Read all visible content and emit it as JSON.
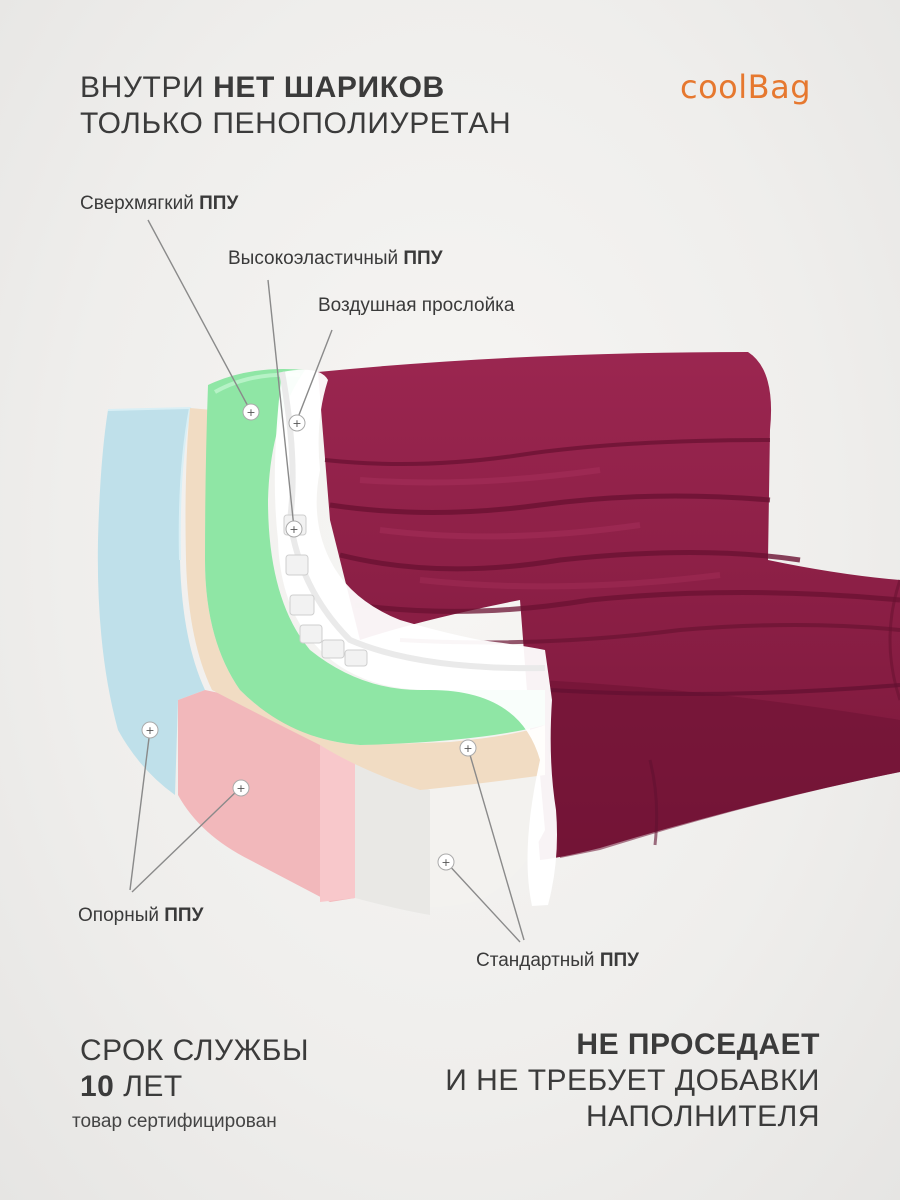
{
  "headline": {
    "line1_a": "ВНУТРИ",
    "line1_b": "НЕТ ШАРИКОВ",
    "line2": "ТОЛЬКО ПЕНОПОЛИУРЕТАН"
  },
  "logo": "coolBag",
  "labels": {
    "supersoft": {
      "text": "Сверхмягкий",
      "bold": "ППУ"
    },
    "high_elastic": {
      "text": "Высокоэластичный",
      "bold": "ППУ"
    },
    "air_layer": {
      "text": "Воздушная прослойка"
    },
    "support": {
      "text": "Опорный",
      "bold": "ППУ"
    },
    "standard": {
      "text": "Стандартный",
      "bold": "ППУ"
    }
  },
  "footer_left": {
    "line1": "СРОК СЛУЖБЫ",
    "years_num": "10",
    "years_unit": "ЛЕТ",
    "note": "товар сертифицирован"
  },
  "footer_right": {
    "line1": "НЕ ПРОСЕДАЕТ",
    "line2": "И НЕ ТРЕБУЕТ ДОБАВКИ",
    "line3": "НАПОЛНИТЕЛЯ"
  },
  "colors": {
    "fabric": "#8e1f45",
    "support_foam": "#bfe0ea",
    "pink_foam": "#f2b8bb",
    "beige_foam": "#f1dcc3",
    "green_foam": "#8fe6a5",
    "white_foam": "#f3f2ef",
    "logo": "#e6782f"
  }
}
